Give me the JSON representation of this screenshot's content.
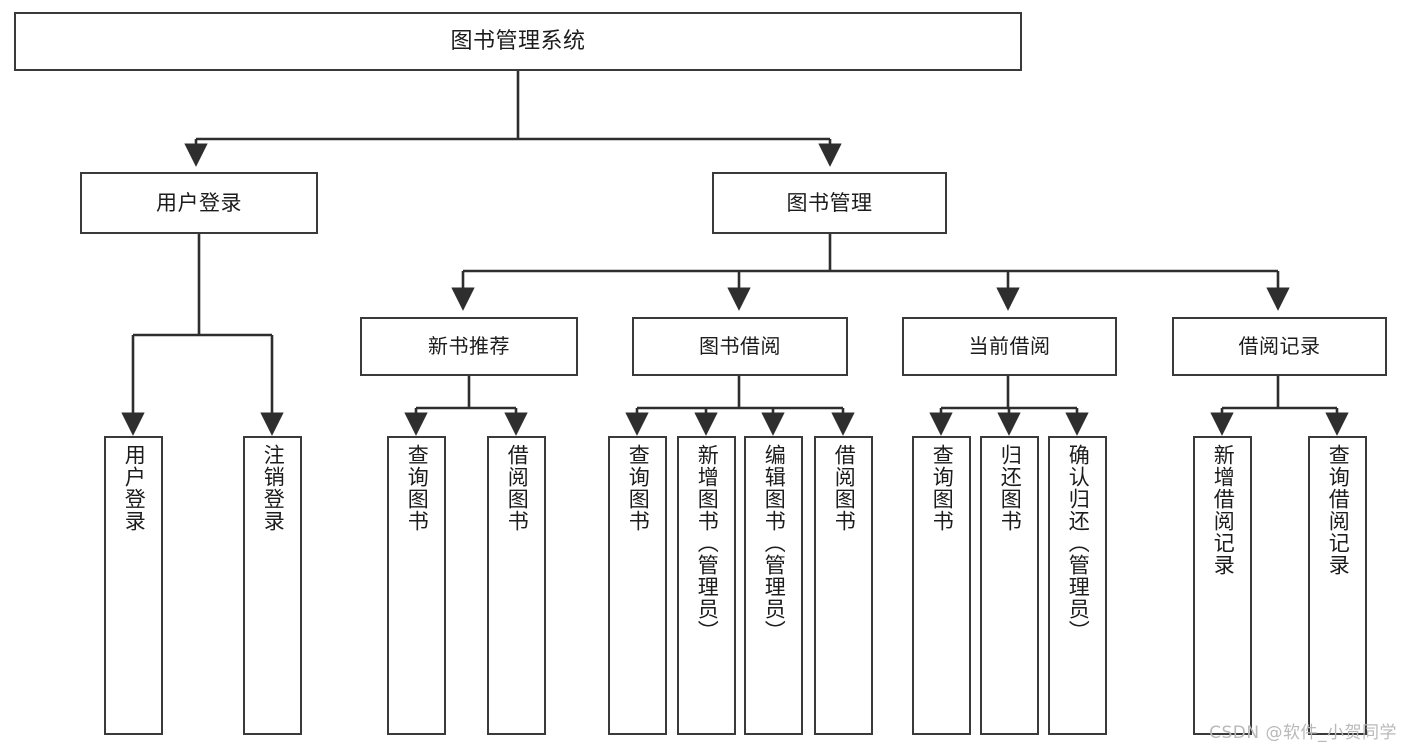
{
  "diagram": {
    "title": "图书管理系统",
    "type": "functional-structure-tree",
    "colors": {
      "background": "#ffffff",
      "box_border": "#3a3a3a",
      "box_fill": "#ffffff",
      "edge": "#2e2e2e",
      "text": "#1c1c1c",
      "watermark": "#b9b9b9"
    },
    "root": {
      "id": "root",
      "label": "图书管理系统"
    },
    "level1": [
      {
        "id": "login",
        "label": "用户登录"
      },
      {
        "id": "bookmgmt",
        "label": "图书管理"
      }
    ],
    "level2": [
      {
        "id": "newbook",
        "label": "新书推荐",
        "parent": "bookmgmt"
      },
      {
        "id": "borrow",
        "label": "图书借阅",
        "parent": "bookmgmt"
      },
      {
        "id": "current",
        "label": "当前借阅",
        "parent": "bookmgmt"
      },
      {
        "id": "records",
        "label": "借阅记录",
        "parent": "bookmgmt"
      }
    ],
    "leaves": [
      {
        "id": "leaf-user-login",
        "label": "用户登录",
        "parent": "login"
      },
      {
        "id": "leaf-user-logout",
        "label": "注销登录",
        "parent": "login"
      },
      {
        "id": "leaf-nb-query",
        "label": "查询图书",
        "parent": "newbook"
      },
      {
        "id": "leaf-nb-borrow",
        "label": "借阅图书",
        "parent": "newbook"
      },
      {
        "id": "leaf-bo-query",
        "label": "查询图书",
        "parent": "borrow"
      },
      {
        "id": "leaf-bo-add",
        "label": "新增图书（管理员）",
        "parent": "borrow"
      },
      {
        "id": "leaf-bo-edit",
        "label": "编辑图书（管理员）",
        "parent": "borrow"
      },
      {
        "id": "leaf-bo-borrow",
        "label": "借阅图书",
        "parent": "borrow"
      },
      {
        "id": "leaf-cu-query",
        "label": "查询图书",
        "parent": "current"
      },
      {
        "id": "leaf-cu-return",
        "label": "归还图书",
        "parent": "current"
      },
      {
        "id": "leaf-cu-confirm",
        "label": "确认归还（管理员）",
        "parent": "current"
      },
      {
        "id": "leaf-rc-add",
        "label": "新增借阅记录",
        "parent": "records"
      },
      {
        "id": "leaf-rc-query",
        "label": "查询借阅记录",
        "parent": "records"
      }
    ],
    "watermark": "CSDN @软件_小贺同学"
  }
}
